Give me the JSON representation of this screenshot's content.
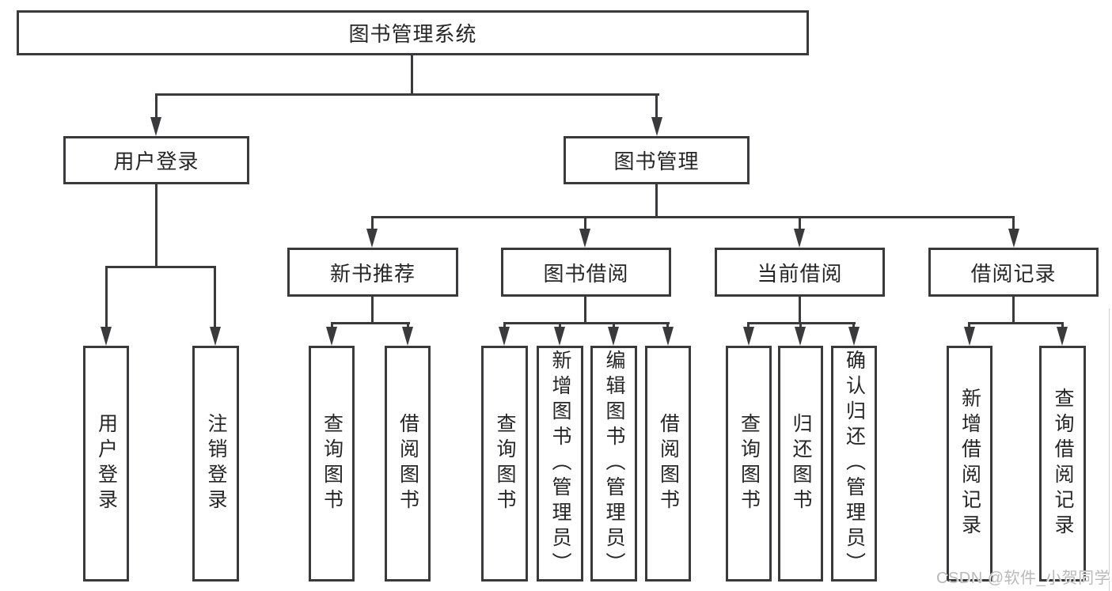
{
  "diagram": {
    "title": "图书管理系统",
    "level2": {
      "user_login": "用户登录",
      "book_mgmt": "图书管理"
    },
    "level3": {
      "new_books": "新书推荐",
      "borrow": "图书借阅",
      "current": "当前借阅",
      "records": "借阅记录"
    },
    "leaves": {
      "user_login_leaf": "用户登录",
      "logout": "注销登录",
      "nb_query": "查询图书",
      "nb_borrow": "借阅图书",
      "bb_query": "查询图书",
      "bb_add": "新增图书（管理员）",
      "bb_edit": "编辑图书（管理员）",
      "bb_borrow": "借阅图书",
      "cb_query": "查询图书",
      "cb_return": "归还图书",
      "cb_confirm": "确认归还（管理员）",
      "br_add": "新增借阅记录",
      "br_query": "查询借阅记录"
    }
  },
  "watermark": "CSDN @软件_小贺同学",
  "colors": {
    "line": "#3a3a3c",
    "text": "#262626",
    "watermark": "#b9b9b9"
  }
}
